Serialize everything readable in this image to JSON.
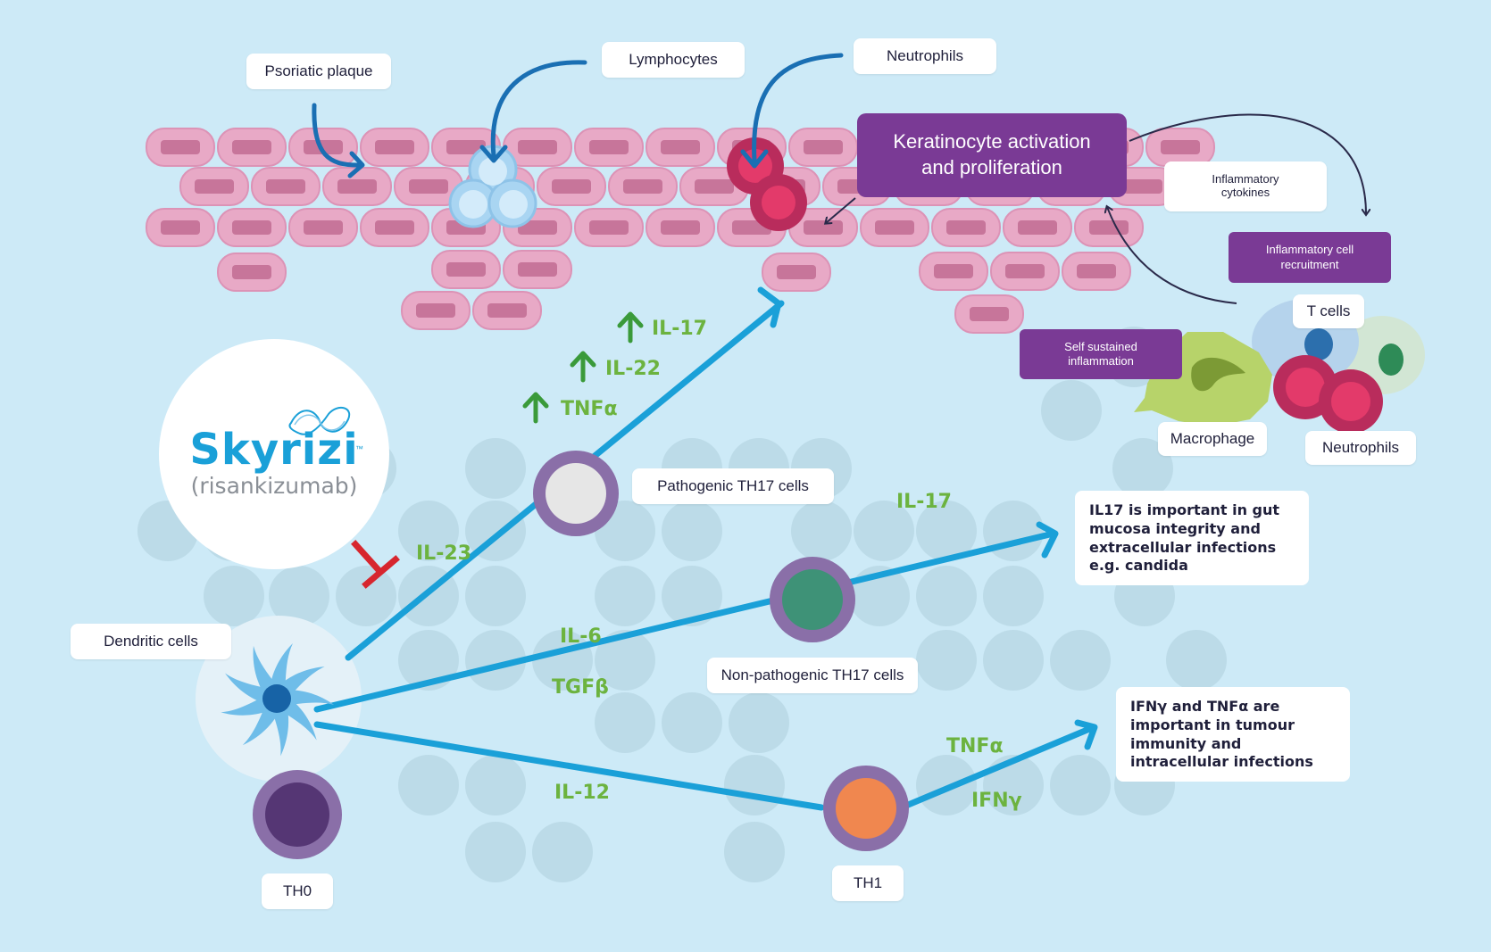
{
  "labels": {
    "psoriatic_plaque": "Psoriatic plaque",
    "lymphocytes": "Lymphocytes",
    "neutrophils_top": "Neutrophils",
    "keratinocyte": "Keratinocyte activation and proliferation",
    "inflammatory_cytokines": "Inflammatory cytokines",
    "inflammatory_cell_recruitment": "Inflammatory cell recruitment",
    "t_cells": "T cells",
    "self_sustained_inflammation": "Self sustained inflammation",
    "macrophage": "Macrophage",
    "neutrophils_bottom": "Neutrophils",
    "pathogenic_th17": "Pathogenic TH17 cells",
    "non_pathogenic_th17": "Non-pathogenic TH17 cells",
    "dendritic_cells": "Dendritic cells",
    "th0": "TH0",
    "th1": "TH1"
  },
  "logo": {
    "name": "Skyrizi",
    "tm": "™",
    "generic": "(risankizumab)"
  },
  "cytokines": {
    "il17_up": "IL-17",
    "il22_up": "IL-22",
    "tnfa_up": "TNFα",
    "il23": "IL-23",
    "il17_np": "IL-17",
    "il6": "IL-6",
    "tgfb": "TGFβ",
    "il12": "IL-12",
    "tnfa_th1": "TNFα",
    "ifng": "IFNγ"
  },
  "notes": {
    "il17_note": "IL17 is important in gut mucosa integrity and extracellular infections e.g. candida",
    "ifng_note": "IFNγ and TNFα are important in tumour immunity and intracellular infections"
  },
  "colors": {
    "background": "#cdeaf7",
    "skin_cell": "#e8a9c6",
    "skin_nucleus": "#c7759a",
    "arrow_blue": "#1aa0d8",
    "purple": "#7a3a95",
    "cytokine_green": "#6cb33f",
    "inhibitor_red": "#d7262e"
  }
}
